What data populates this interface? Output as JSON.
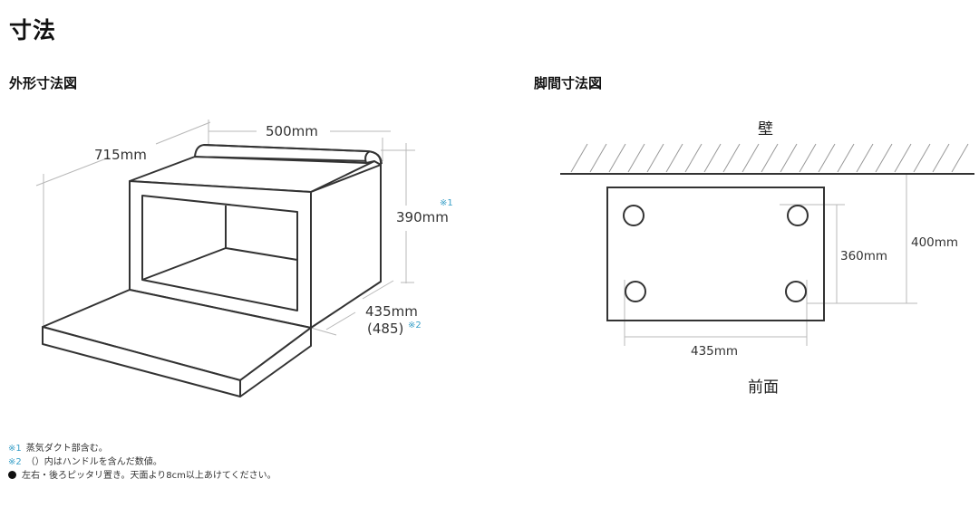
{
  "page": {
    "title": "寸法"
  },
  "outer_diagram": {
    "title": "外形寸法図",
    "width_label": "500mm",
    "depth_label": "715mm",
    "height_label": "390mm",
    "height_note_mark": "※1",
    "body_depth_label": "435mm",
    "body_depth_handle_label": "(485)",
    "body_depth_note_mark": "※2"
  },
  "foot_diagram": {
    "title": "脚間寸法図",
    "wall_label": "壁",
    "front_label": "前面",
    "foot_width_label": "435mm",
    "foot_depth_label": "360mm",
    "wall_clearance_label": "400mm"
  },
  "notes": [
    {
      "key": "※1",
      "text": "蒸気ダクト部含む。"
    },
    {
      "key": "※2",
      "text": "（）内はハンドルを含んだ数値。"
    },
    {
      "key": "●",
      "text": "左右・後ろピッタリ置き。天面より8cm以上あけてください。"
    }
  ],
  "colors": {
    "note_mark": "#3aa0c8",
    "outline": "#333333",
    "dimension_line": "#b5b5b5"
  }
}
